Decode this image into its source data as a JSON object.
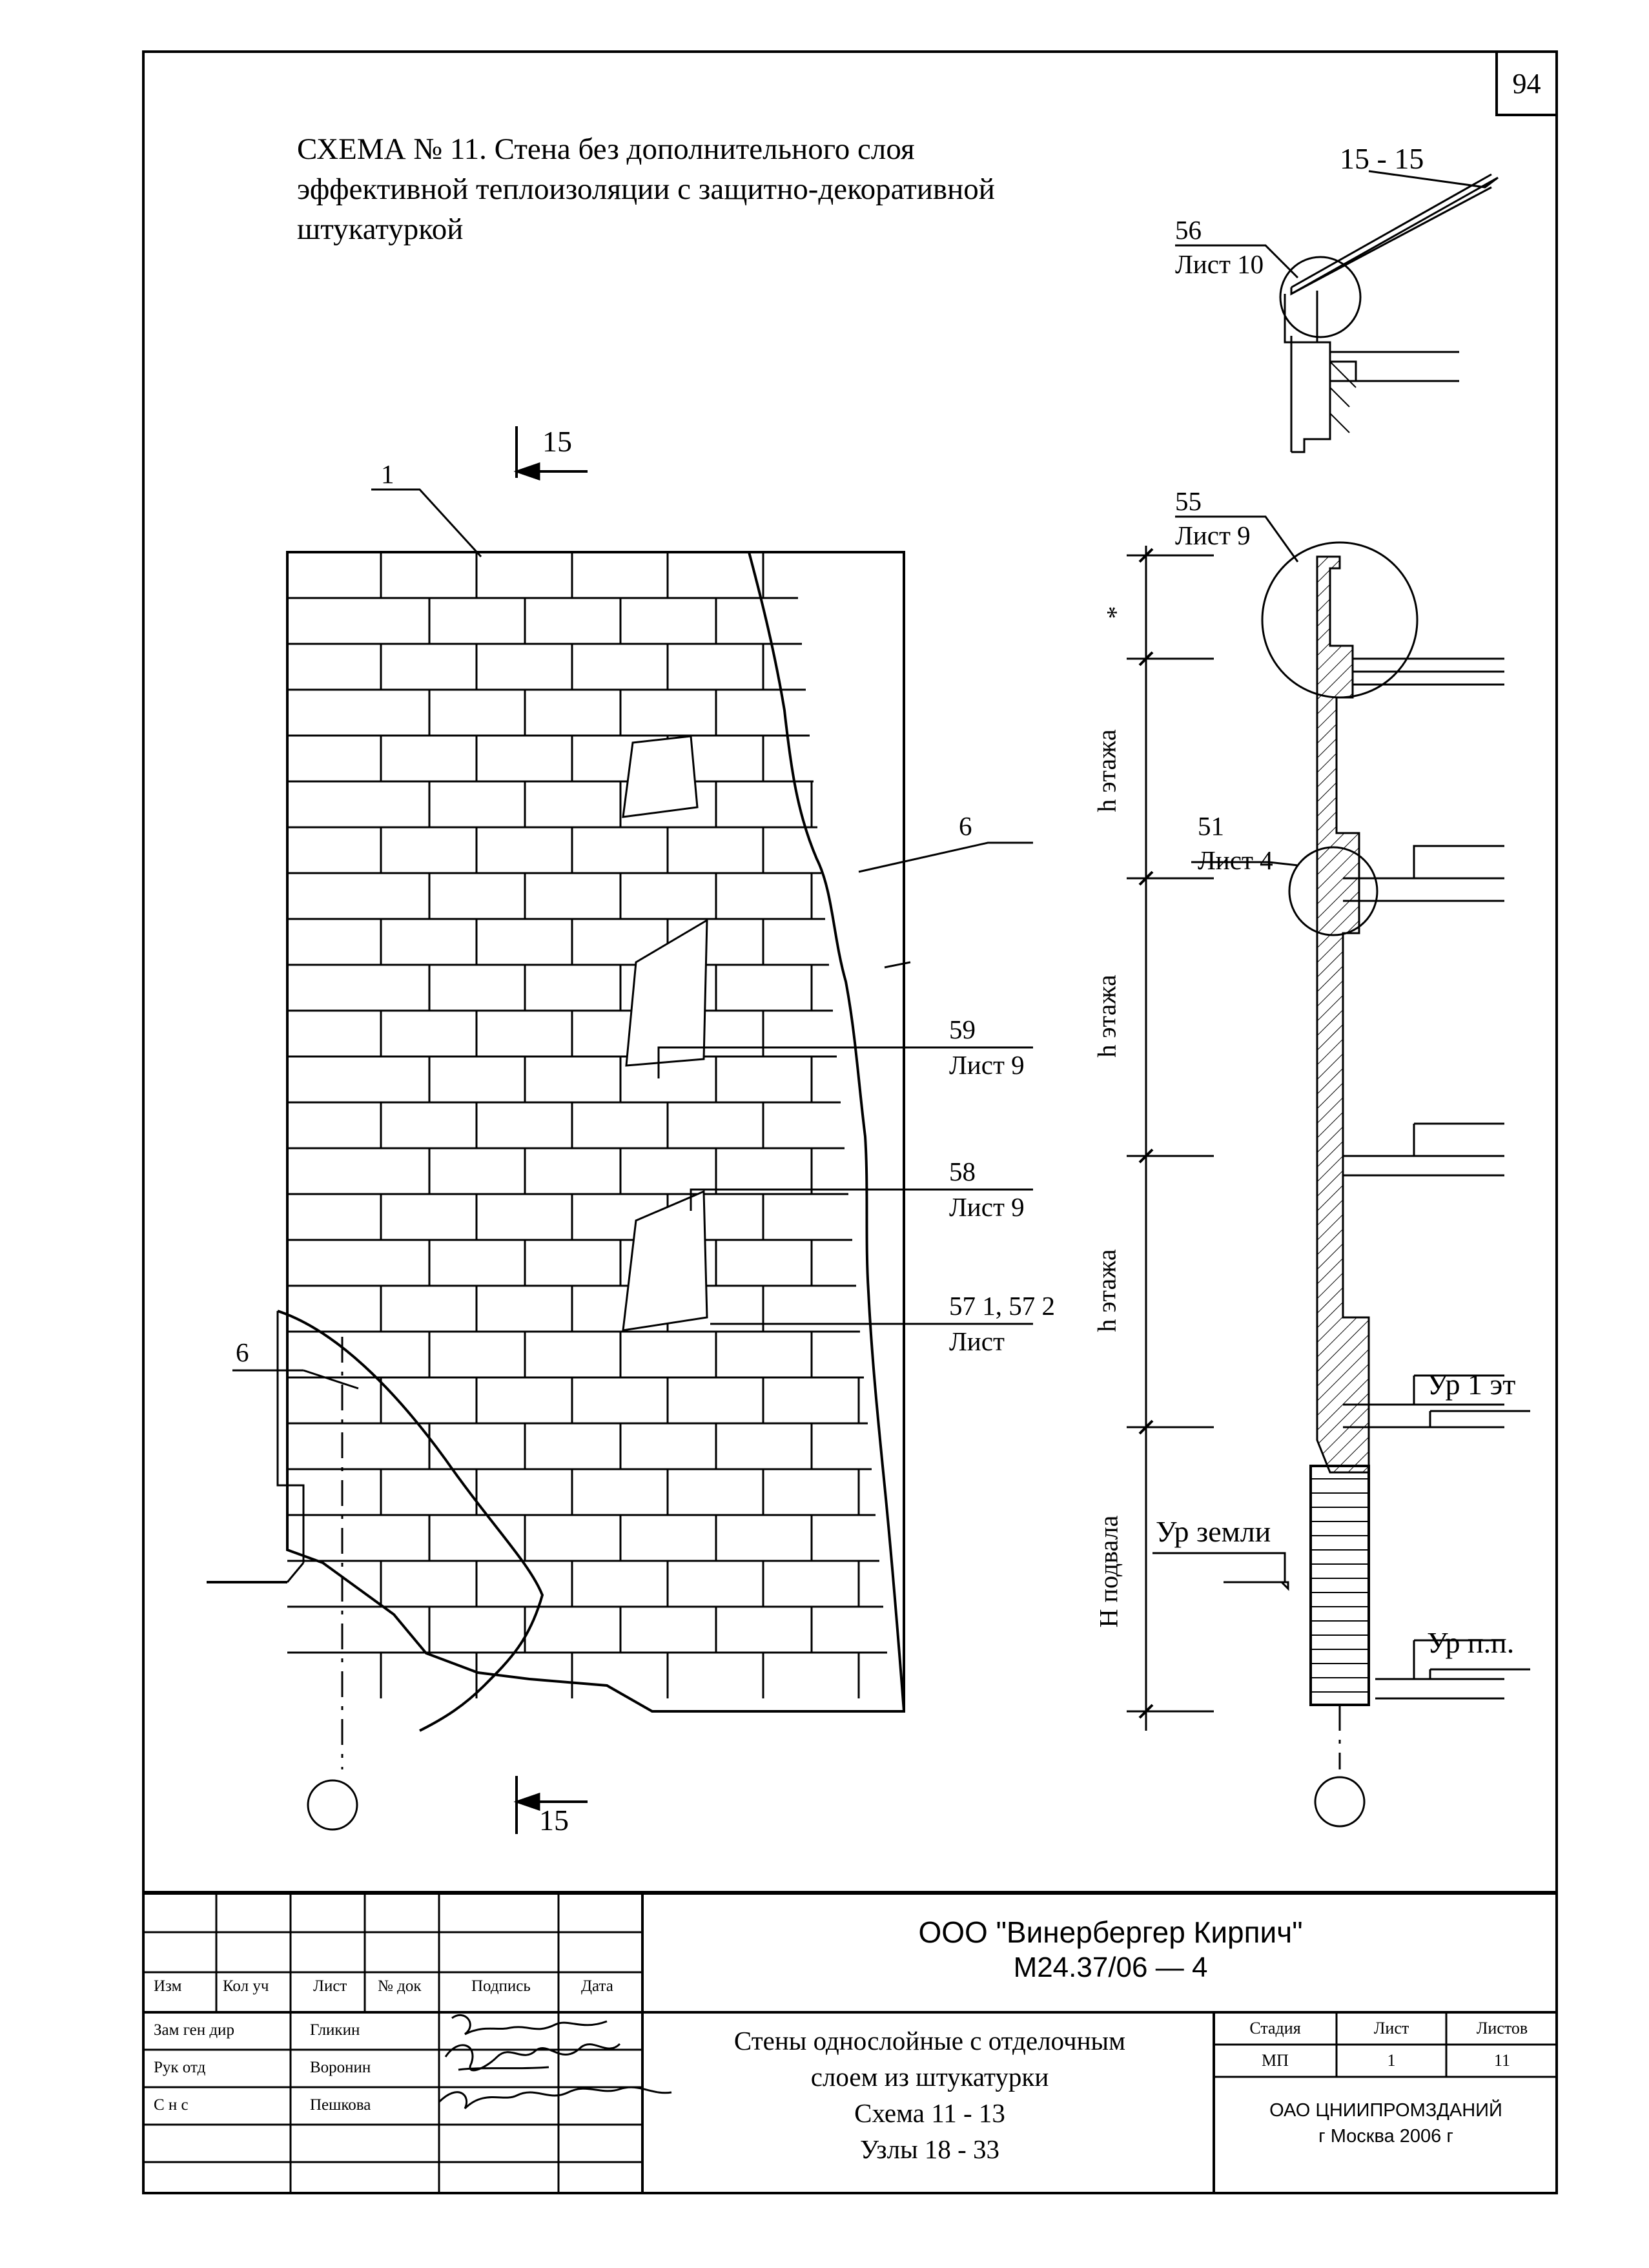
{
  "page_number": "94",
  "scheme_title": "СХЕМА № 11. Стена без дополнительного слоя эффективной теплоизоляции с защитно-декоративной штукатуркой",
  "section": {
    "label": "15 - 15",
    "cut_top": "15",
    "cut_bottom": "15"
  },
  "callouts": {
    "c1": "1",
    "c6_right": "6",
    "c6_left": "6",
    "c59_num": "59",
    "c59_sheet": "Лист 9",
    "c58_num": "58",
    "c58_sheet": "Лист 9",
    "c57_num": "57 1, 57 2",
    "c57_sheet": "Лист",
    "c56_num": "56",
    "c56_sheet": "Лист 10",
    "c55_num": "55",
    "c55_sheet": "Лист 9",
    "c51_num": "51",
    "c51_sheet": "Лист 4"
  },
  "dimensions": {
    "star": "*",
    "h1": "h этажа",
    "h2": "h этажа",
    "h3": "h этажа",
    "basement": "H подвала"
  },
  "levels": {
    "floor1": "Ур  1 эт",
    "ground": "Ур  земли",
    "basement_floor": "Ур  п.п."
  },
  "title_block": {
    "headers": {
      "izm": "Изм",
      "kol": "Кол уч",
      "list": "Лист",
      "ndoc": "№ док",
      "podpis": "Подпись",
      "data": "Дата"
    },
    "rows": [
      {
        "role": "Зам ген дир",
        "name": "Гликин"
      },
      {
        "role": "Рук отд",
        "name": "Воронин"
      },
      {
        "role": "С н с",
        "name": "Пешкова"
      }
    ],
    "company": "ООО \"Винербергер Кирпич\"",
    "doc_code": "М24.37/06  —  4",
    "description": [
      "Стены однослойные с отделочным",
      "слоем из штукатурки",
      "Схема 11 - 13",
      "Узлы 18 - 33"
    ],
    "stage_label": "Стадия",
    "sheet_label": "Лист",
    "sheets_label": "Листов",
    "stage": "МП",
    "sheet": "1",
    "sheets": "11",
    "org": "ОАО ЦНИИПРОМЗДАНИЙ",
    "city_year": "г  Москва 2006 г"
  }
}
